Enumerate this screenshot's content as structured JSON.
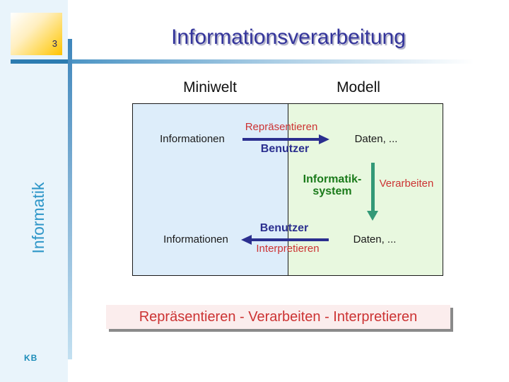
{
  "slide": {
    "number": "3",
    "title": "Informationsverarbeitung",
    "sidebar_label": "Informatik",
    "author_initials": "KB"
  },
  "diagram": {
    "headers": {
      "left": "Miniwelt",
      "right": "Modell"
    },
    "represent_flow": {
      "source": "Informationen",
      "action": "Repräsentieren",
      "actor": "Benutzer",
      "result": "Daten, ..."
    },
    "process": {
      "system_name_line1": "Informatik-",
      "system_name_line2": "system",
      "action": "Verarbeiten"
    },
    "interpret_flow": {
      "result": "Informationen",
      "actor": "Benutzer",
      "action": "Interpretieren",
      "source": "Daten, ..."
    }
  },
  "summary": {
    "text": "Repräsentieren - Verarbeiten - Interpretieren"
  },
  "colors": {
    "title_navy": "#34359B",
    "rule_blue": "#2C7CB1",
    "arrow_navy": "#2B2F8F",
    "action_red": "#CC3333",
    "system_green": "#1A7A1A",
    "arrow_green": "#339977",
    "miniwelt_fill": "#DDEDFA",
    "modell_fill": "#E8F8DF",
    "sidebar_fill": "#E9F4FB",
    "summary_fill": "#FBEDED",
    "number_box_gold": "#FFC200",
    "sidebar_text": "#2E96C8"
  }
}
